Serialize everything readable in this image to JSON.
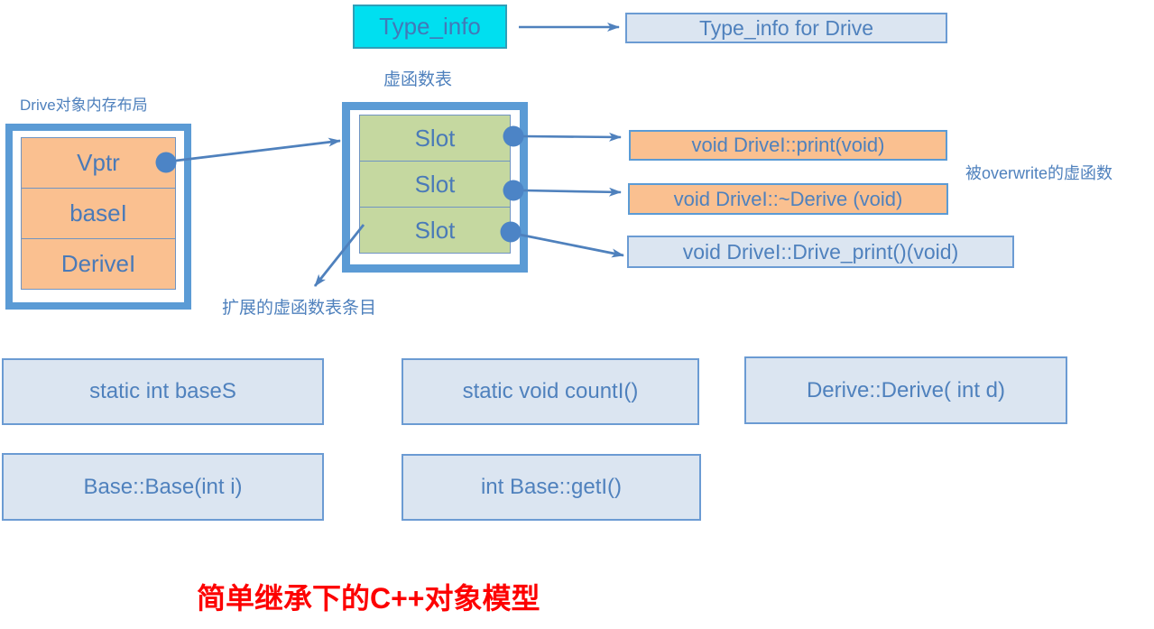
{
  "title": "简单继承下的C++对象模型",
  "top": {
    "type_info_label": "Type_info",
    "type_info_target": "Type_info for Drive"
  },
  "memory_layout": {
    "caption": "Drive对象内存布局",
    "cells": [
      "Vptr",
      "baseI",
      "DeriveI"
    ]
  },
  "vtable": {
    "caption": "虚函数表",
    "slots": [
      "Slot",
      "Slot",
      "Slot"
    ],
    "extended_note": "扩展的虚函数表条目"
  },
  "functions": {
    "overridden": [
      "void DriveI::print(void)",
      "void DriveI::~Derive (void)"
    ],
    "extended": "void DriveI::Drive_print()(void)",
    "overwrite_note": "被overwrite的虚函数"
  },
  "members": {
    "row1": [
      "static int baseS",
      "static void countI()",
      "Derive::Derive( int d)"
    ],
    "row2": [
      "Base::Base(int i)",
      "int Base::getI()"
    ]
  },
  "colors": {
    "accent_border": "#5b9bd5",
    "arrow": "#4f81bd",
    "text_blue": "#4f81bd",
    "cyan_fill": "#00dff0",
    "orange_fill": "#fac090",
    "green_fill": "#c5d8a0",
    "light_blue_fill": "#dbe5f1",
    "title_red": "#fd0000"
  }
}
